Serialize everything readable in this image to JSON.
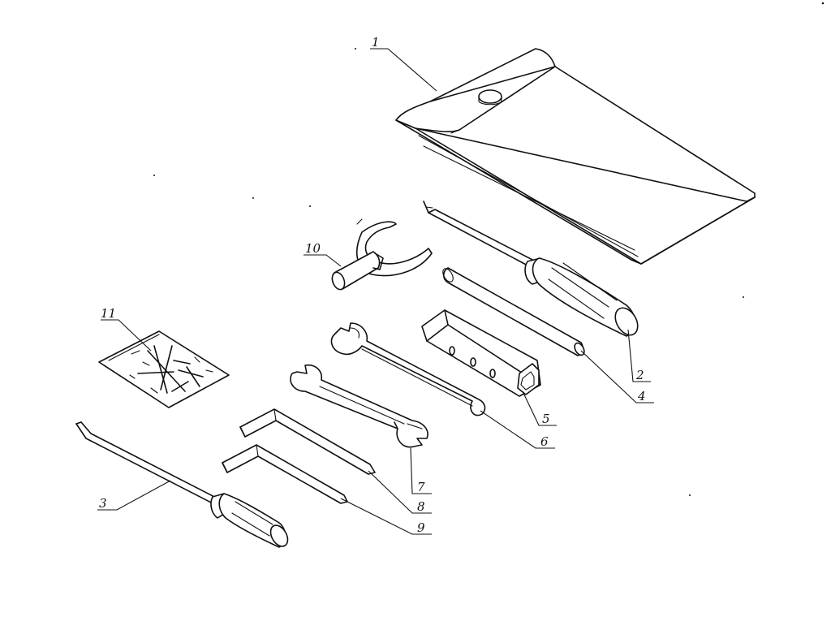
{
  "diagram": {
    "callouts": [
      {
        "id": "1",
        "label": "1"
      },
      {
        "id": "2",
        "label": "2"
      },
      {
        "id": "3",
        "label": "3"
      },
      {
        "id": "4",
        "label": "4"
      },
      {
        "id": "5",
        "label": "5"
      },
      {
        "id": "6",
        "label": "6"
      },
      {
        "id": "7",
        "label": "7"
      },
      {
        "id": "8",
        "label": "8"
      },
      {
        "id": "9",
        "label": "9"
      },
      {
        "id": "10",
        "label": "10"
      },
      {
        "id": "11",
        "label": "11"
      }
    ],
    "parts": [
      {
        "callout": "1",
        "icon": "tool-pouch-icon"
      },
      {
        "callout": "2",
        "icon": "phillips-screwdriver-icon"
      },
      {
        "callout": "3",
        "icon": "flat-screwdriver-icon"
      },
      {
        "callout": "4",
        "icon": "tommy-bar-icon"
      },
      {
        "callout": "5",
        "icon": "spark-plug-socket-icon"
      },
      {
        "callout": "6",
        "icon": "open-ring-wrench-icon"
      },
      {
        "callout": "7",
        "icon": "open-end-wrench-icon"
      },
      {
        "callout": "8",
        "icon": "hex-key-icon"
      },
      {
        "callout": "9",
        "icon": "hex-key-icon"
      },
      {
        "callout": "10",
        "icon": "hook-spanner-icon"
      },
      {
        "callout": "11",
        "icon": "instruction-sheet-icon"
      }
    ]
  }
}
